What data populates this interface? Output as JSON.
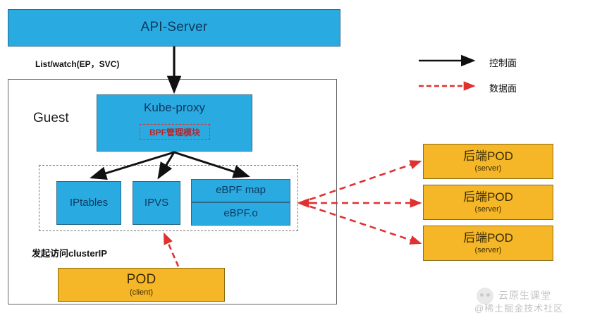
{
  "diagram": {
    "title": "Kube-proxy eBPF architecture",
    "colors": {
      "blue_fill": "#29ABE2",
      "blue_border": "#2a6a8a",
      "orange_fill": "#F5B727",
      "orange_border": "#8a6a12",
      "control_plane_arrow": "#111111",
      "data_plane_arrow": "#E03131",
      "frame_border": "#666666"
    },
    "api_server": {
      "label": "API-Server"
    },
    "list_watch_label": "List/watch(EP，SVC)",
    "guest": {
      "label": "Guest",
      "kube_proxy": {
        "label": "Kube-proxy",
        "module": "BPF管理模块"
      },
      "backend_group": [
        {
          "label": "IPtables"
        },
        {
          "label": "IPVS"
        },
        {
          "label": "eBPF map",
          "sub_label": "eBPF.o"
        }
      ],
      "access_label": "发起访问clusterIP",
      "client_pod": {
        "label": "POD",
        "sub_label": "(client)"
      }
    },
    "server_pods": [
      {
        "label": "后端POD",
        "sub_label": "(server)"
      },
      {
        "label": "后端POD",
        "sub_label": "(server)"
      },
      {
        "label": "后端POD",
        "sub_label": "(server)"
      }
    ],
    "legend": [
      {
        "label": "控制面",
        "style": "solid-black-arrow"
      },
      {
        "label": "数据面",
        "style": "dashed-red-arrow"
      }
    ],
    "watermark": {
      "line1": "云原生课堂",
      "line2": "@稀土掘金技术社区"
    }
  }
}
